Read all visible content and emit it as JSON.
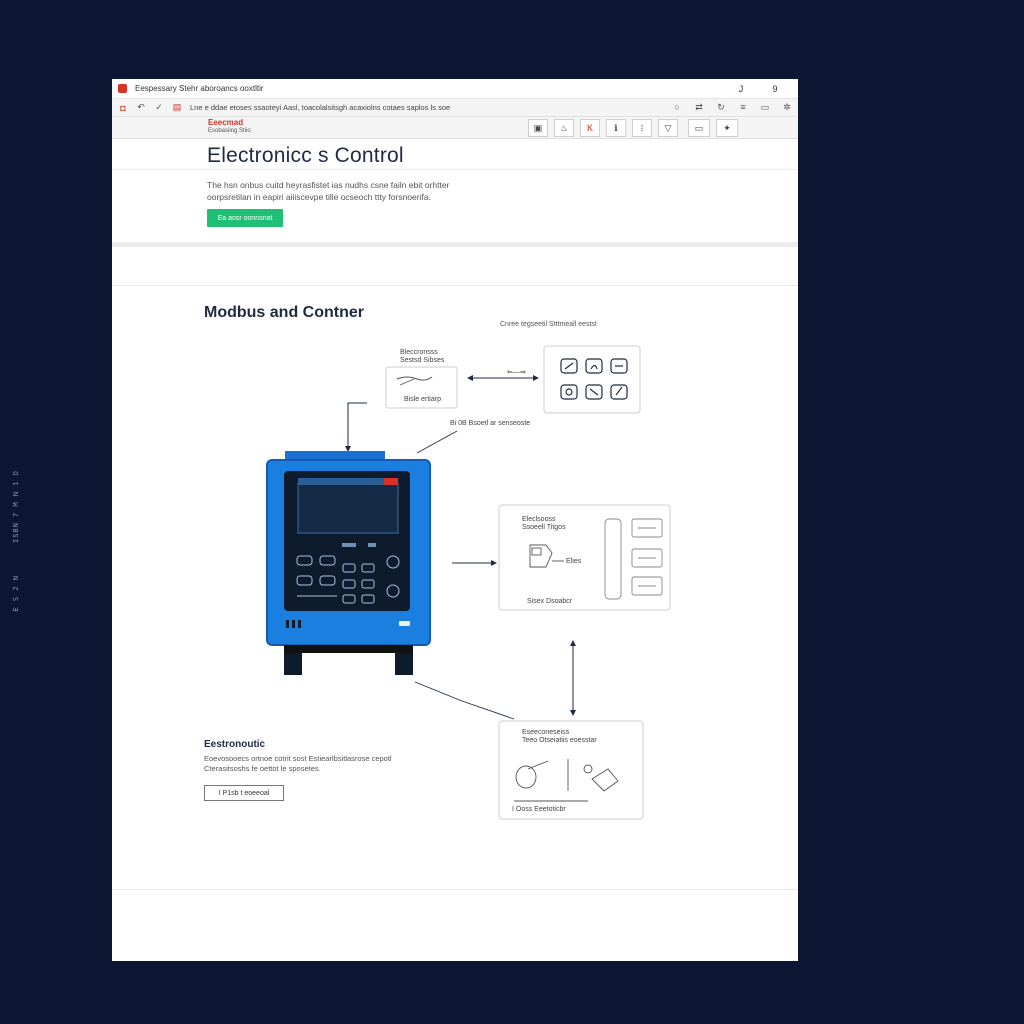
{
  "side_text": {
    "top": "ISBN 7 M N 1 D",
    "bottom": "E S 2 N"
  },
  "window": {
    "title": "Eespessary Stehr aboroancs ooxtltir",
    "btn_minimize": "J",
    "btn_close": "9"
  },
  "address": {
    "url": "Lne e ddae etoses ssaoteyi Aasl, toacolalsitsgh acaxiolns cotaes saplos ls soe",
    "icons": [
      "page-icon",
      "back-icon",
      "check-icon",
      "file-icon",
      "search-icon",
      "share-icon",
      "profile-icon",
      "refresh-icon",
      "menu-icon",
      "window-icon",
      "settings-icon"
    ]
  },
  "brand": {
    "name": "Eeecmad",
    "sub": "Esobasiing Stiio"
  },
  "tools": {
    "group1": [
      "▣",
      "♨",
      "K",
      "ℹ",
      "⁞",
      "▽"
    ],
    "group2": [
      "▭",
      "✦"
    ]
  },
  "hero": {
    "title": "Electronicc s Control",
    "description": "The hsn onbus cuitd heyrasfistet ias nudhs csne failn ebit orhtter oorpsretilan in eapiri aiiiscevpe tille ocseoch ttty forsnoerifa.",
    "cta": "Ea aosr oonnsnat"
  },
  "section": {
    "title": "Modbus and Contner",
    "caption": "Cnree tegseetil Stttmeall eestst"
  },
  "diagram": {
    "top_box_label": "Bleccronsss\nSestsd Sibses",
    "top_box_sub": "Bisle ertiarp",
    "arrow_label": "⇐—⇒",
    "mid_label": "Bi 0B Bsoetl ar senseoste",
    "right_box_label": "Eleclsooss\nSsoeell Titgos",
    "right_box_inner": "Elies",
    "right_box_sub": "Sisex Dsoabcr",
    "bottom_box_label": "Eseeconeseiss\nTeeo Otseiatiis eoesstar",
    "bottom_box_sub": "I Ooss Eeetoticbr"
  },
  "bottom": {
    "heading": "Eestronoutic",
    "description": "Eoevosooecs ortnoe cotrit sost Estiearlbsitlasrose cepotl Cterasitsoshs fe oettot le sposetes.",
    "button": "I P1sb t eoeeoal"
  },
  "colors": {
    "background": "#0b1733",
    "device_blue": "#1b7fe0",
    "cta_green": "#1fbf74",
    "accent_red": "#d93025"
  }
}
